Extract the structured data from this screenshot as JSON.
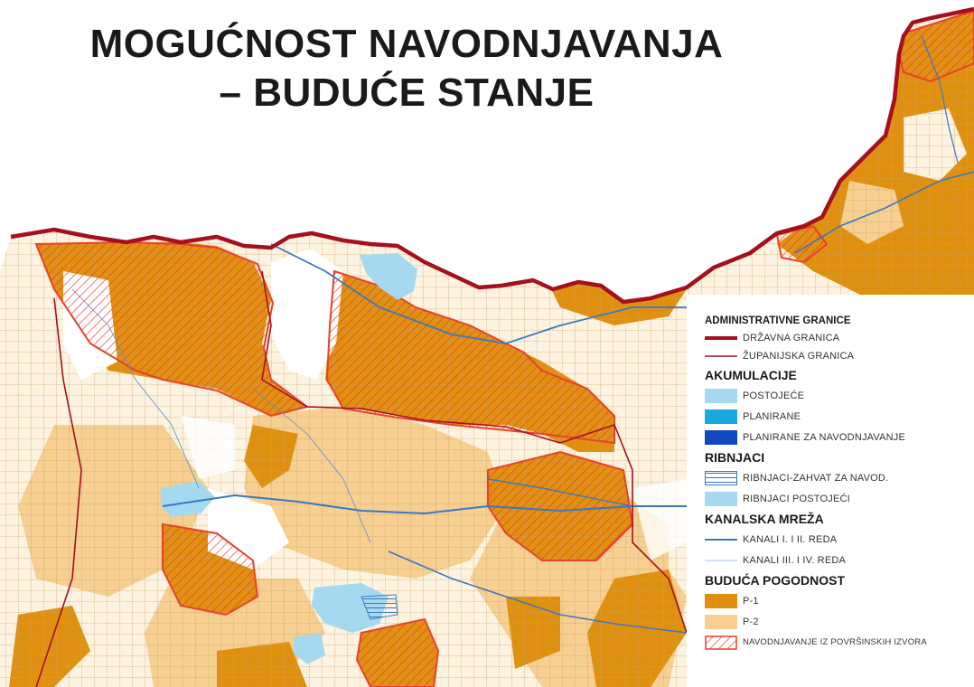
{
  "title": {
    "line1": "MOGUĆNOST NAVODNJAVANJA",
    "line2": "– BUDUĆE STANJE"
  },
  "colors": {
    "p1": "#e0900f",
    "p2": "#f6cf91",
    "national_border": "#a5101d",
    "county_border": "#a5101d",
    "hatch": "#e8412c",
    "canal": "#3a78c2",
    "reservoir_existing": "#a4d9ef",
    "reservoir_planned": "#1aa8df",
    "reservoir_irrigation": "#1148c0"
  },
  "legend": {
    "administrative": {
      "title": "ADMINISTRATIVNE GRANICE",
      "items": [
        {
          "label": "DRŽAVNA GRANICA",
          "icon": "thick-line-icon"
        },
        {
          "label": "ŽUPANIJSKA GRANICA",
          "icon": "thin-line-icon"
        }
      ]
    },
    "reservoirs": {
      "title": "AKUMULACIJE",
      "items": [
        {
          "label": "POSTOJEĆE",
          "color": "#a4d9ef"
        },
        {
          "label": "PLANIRANE",
          "color": "#1aa8df"
        },
        {
          "label": "PLANIRANE ZA NAVODNJAVANJE",
          "color": "#1148c0"
        }
      ]
    },
    "fishponds": {
      "title": "RIBNJACI",
      "items": [
        {
          "label": "RIBNJACI-ZAHVAT ZA NAVOD.",
          "color": "#a4d9ef"
        },
        {
          "label": "RIBNJACI POSTOJEĆI",
          "color": "#a4d9ef"
        }
      ]
    },
    "canals": {
      "title": "KANALSKA MREŽA",
      "items": [
        {
          "label": "KANALI I. I II. REDA"
        },
        {
          "label": "KANALI III. I IV. REDA"
        }
      ]
    },
    "suitability": {
      "title": "BUDUĆA POGODNOST",
      "items": [
        {
          "label": "P-1",
          "color": "#e0900f"
        },
        {
          "label": "P-2",
          "color": "#f6cf91"
        },
        {
          "label": "NAVODNJAVANJE IZ POVRŠINSKIH IZVORA"
        }
      ]
    }
  }
}
